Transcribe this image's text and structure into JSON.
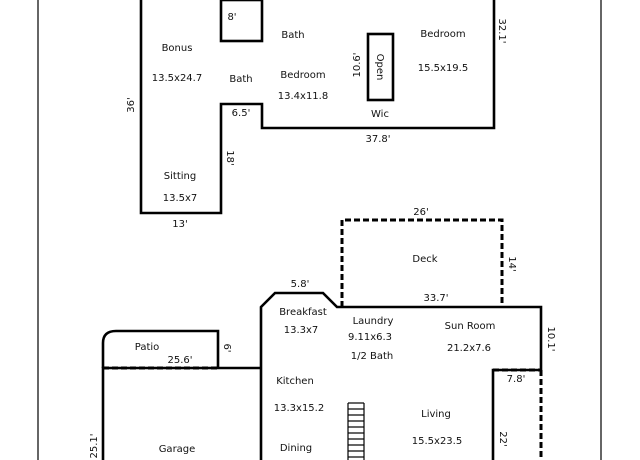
{
  "colors": {
    "wall": "#000000",
    "background": "#ffffff",
    "text": "#111111"
  },
  "upper_floor": {
    "rooms": {
      "bonus": {
        "name": "Bonus",
        "size": "13.5x24.7"
      },
      "bath_top": {
        "name": "Bath"
      },
      "bath_mid": {
        "name": "Bath"
      },
      "bedroom_small": {
        "name": "Bedroom",
        "size": "13.4x11.8"
      },
      "bedroom_large": {
        "name": "Bedroom",
        "size": "15.5x19.5"
      },
      "wic": {
        "name": "Wic"
      },
      "open": {
        "name": "Open"
      },
      "sitting": {
        "name": "Sitting",
        "size": "13.5x7"
      }
    },
    "dimensions": {
      "bath_width": "8'",
      "open_height": "10.6'",
      "right_wall": "32.1'",
      "left_wall": "36'",
      "notch": "6.5'",
      "sitting_wall": "18'",
      "bottom_wall": "37.8'",
      "sitting_bottom": "13'"
    }
  },
  "main_floor": {
    "rooms": {
      "deck": {
        "name": "Deck"
      },
      "breakfast": {
        "name": "Breakfast",
        "size": "13.3x7"
      },
      "laundry": {
        "name": "Laundry",
        "size": "9.11x6.3"
      },
      "half_bath": {
        "name": "1/2 Bath"
      },
      "sun_room": {
        "name": "Sun Room",
        "size": "21.2x7.6"
      },
      "patio": {
        "name": "Patio"
      },
      "kitchen": {
        "name": "Kitchen",
        "size": "13.3x15.2"
      },
      "living": {
        "name": "Living",
        "size": "15.5x23.5"
      },
      "dining": {
        "name": "Dining"
      },
      "garage": {
        "name": "Garage"
      }
    },
    "dimensions": {
      "deck_width": "26'",
      "deck_depth": "14'",
      "deck_bottom": "33.7'",
      "bay": "5.8'",
      "patio_width": "25.6'",
      "patio_depth": "6'",
      "sun_room_wall": "10.1'",
      "living_notch": "7.8'",
      "living_wall": "22'",
      "garage_wall": "25.1'"
    }
  }
}
